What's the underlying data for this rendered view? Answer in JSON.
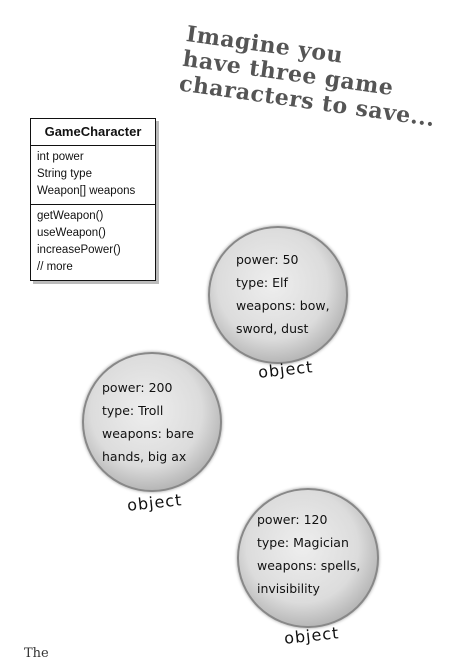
{
  "headline": [
    "Imagine you",
    "have three game",
    "characters to save..."
  ],
  "uml": {
    "class_name": "GameCharacter",
    "attributes": [
      "int power",
      "String type",
      "Weapon[]  weapons"
    ],
    "methods": [
      "getWeapon()",
      "useWeapon()",
      "increasePower()",
      "// more"
    ]
  },
  "objects": [
    {
      "lines": [
        "power: 50",
        "type: Elf",
        "weapons: bow,",
        "sword, dust"
      ],
      "label": "object"
    },
    {
      "lines": [
        "power: 200",
        "type: Troll",
        "weapons: bare",
        "hands, big ax"
      ],
      "label": "object"
    },
    {
      "lines": [
        "power: 120",
        "type: Magician",
        "weapons: spells,",
        "invisibility"
      ],
      "label": "object"
    }
  ],
  "bottom_text": "The"
}
